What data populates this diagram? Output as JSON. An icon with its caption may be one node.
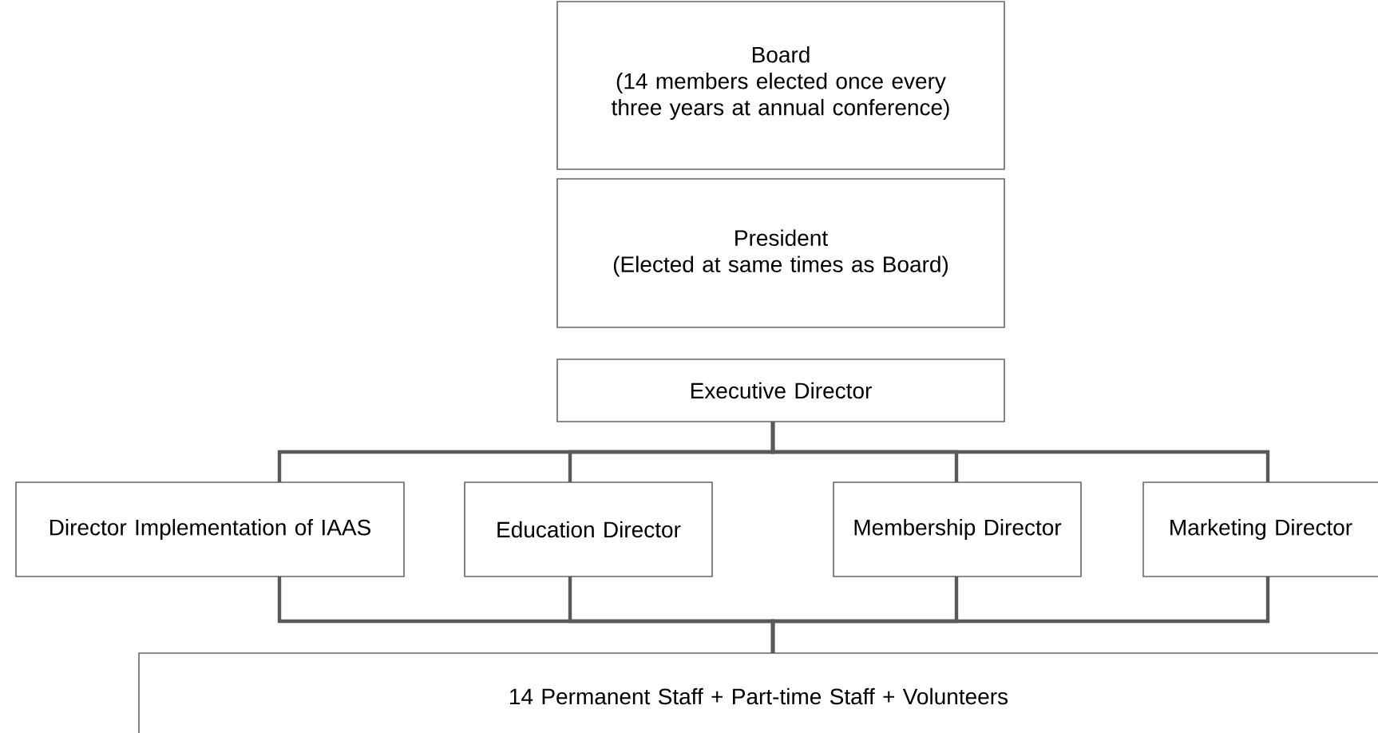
{
  "diagram": {
    "nodes": [
      {
        "text": [
          "Board",
          "(14 members elected once every three years at annual conference)"
        ]
      },
      {
        "text": [
          "President",
          "(Elected at same times as Board)"
        ]
      },
      {
        "text": [
          "Executive Director"
        ]
      },
      {
        "text": [
          "Director Implementation of IAAS"
        ]
      },
      {
        "text": [
          "Education Director"
        ]
      },
      {
        "text": [
          "Membership Director"
        ]
      },
      {
        "text": [
          "Marketing Director"
        ]
      },
      {
        "text": [
          "14 Permanent Staff + Part-time Staff + Volunteers"
        ]
      }
    ],
    "edges": [
      {
        "from": 2,
        "to": 3,
        "arrow": "none"
      },
      {
        "from": 2,
        "to": 4,
        "arrow": "none"
      },
      {
        "from": 2,
        "to": 5,
        "arrow": "none"
      },
      {
        "from": 2,
        "to": 6,
        "arrow": "none"
      },
      {
        "from": 3,
        "to": 7,
        "arrow": "none"
      },
      {
        "from": 4,
        "to": 7,
        "arrow": "none"
      },
      {
        "from": 5,
        "to": 7,
        "arrow": "none"
      },
      {
        "from": 6,
        "to": 7,
        "arrow": "none"
      }
    ]
  }
}
